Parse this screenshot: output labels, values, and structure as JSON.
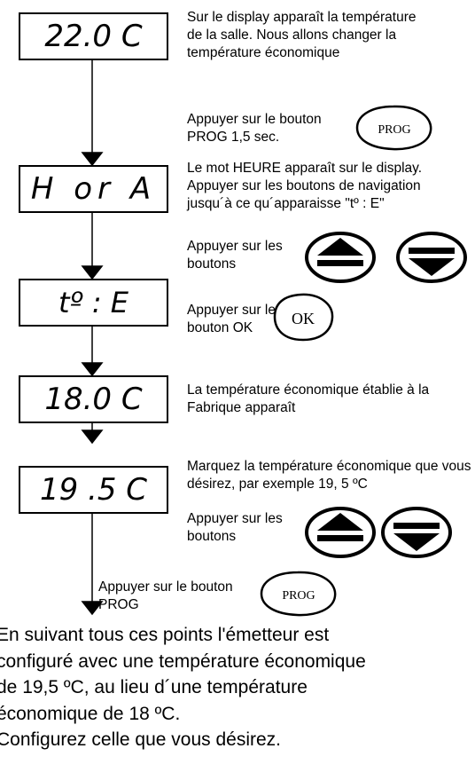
{
  "steps": [
    {
      "display": "22.0 C",
      "description": "Sur le display apparaît la température de la salle. Nous allons changer la température économique",
      "action": "Appuyer sur le bouton PROG 1,5 sec."
    },
    {
      "display": "H or A",
      "description": "Le mot HEURE apparaît sur le display. Appuyer sur les boutons de navigation jusqu´à ce qu´apparaisse \"tº : E\"",
      "action": "Appuyer sur les boutons"
    },
    {
      "display": "tº : E",
      "action": "Appuyer sur le bouton OK"
    },
    {
      "display": "18.0 C",
      "description": "La température économique établie à la Fabrique apparaît"
    },
    {
      "display": "19 .5 C",
      "description": "Marquez la température économique que vous désirez, par exemple 19, 5 ºC",
      "action": "Appuyer sur les boutons"
    }
  ],
  "final_action": "Appuyer sur le bouton PROG",
  "buttons": {
    "prog": "PROG",
    "ok": "OK"
  },
  "footer": [
    "En suivant tous ces points l'émetteur est",
    "configuré avec une température économique",
    "de 19,5 ºC, au lieu d´une température",
    "économique de 18 ºC.",
    "Configurez celle que vous désirez."
  ]
}
